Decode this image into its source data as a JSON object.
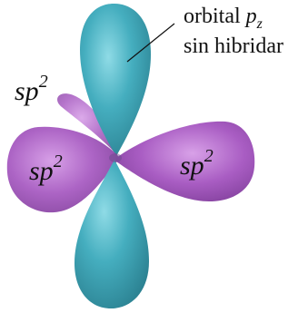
{
  "labels": {
    "pz_line1_prefix": "orbital ",
    "pz_symbol": "p",
    "pz_subscript": "z",
    "pz_line2": "sin hibridar",
    "sp2_left": "sp",
    "sp2_left_sup": "2",
    "sp2_lower_left": "sp",
    "sp2_lower_left_sup": "2",
    "sp2_right": "sp",
    "sp2_right_sup": "2"
  },
  "colors": {
    "pz_orbital": "#3aa6b8",
    "sp2_orbital": "#9b4fb6",
    "background": "#ffffff"
  }
}
